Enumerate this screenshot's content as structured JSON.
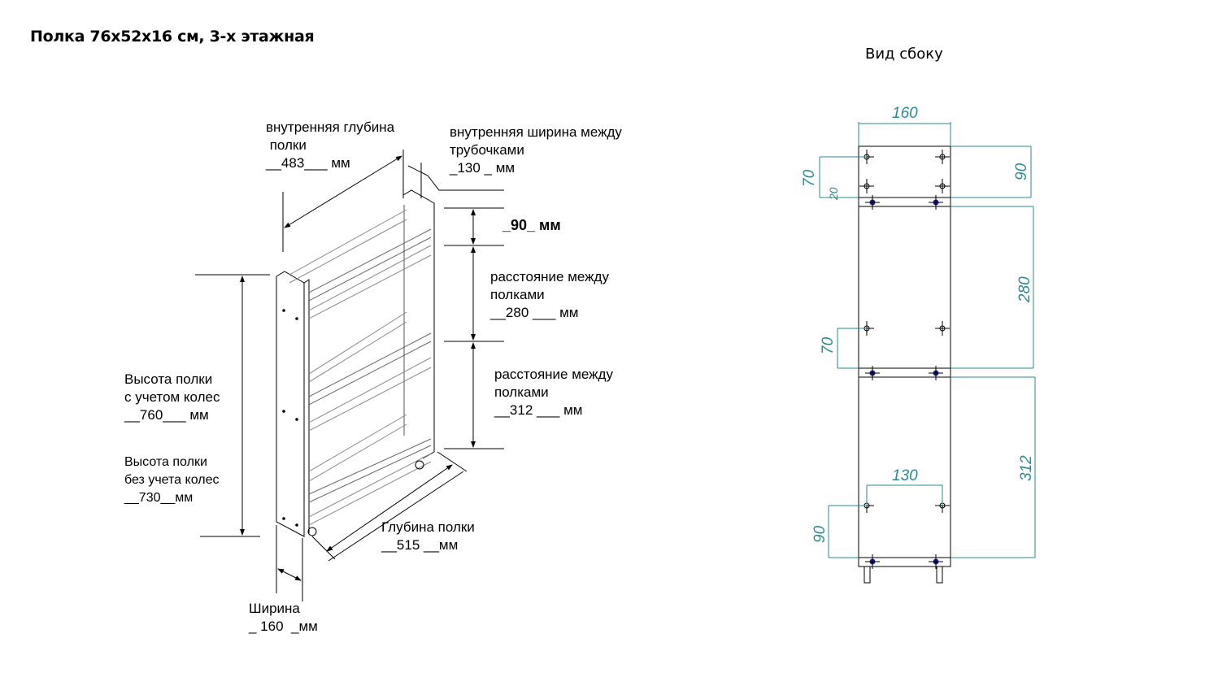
{
  "title": "Полка 76х52х16 см, 3-х этажная",
  "side_view": {
    "title": "Вид сбоку",
    "dimensions": {
      "width": "160",
      "top_gap": "90",
      "left_70_top": "70",
      "left_20": "20",
      "shelf_gap_1": "280",
      "left_70_mid": "70",
      "shelf_gap_2": "312",
      "inner_130": "130",
      "bottom_90": "90"
    },
    "colors": {
      "dimension": "#2a8a94",
      "outline": "#000000",
      "fastener": "#1a1aa0"
    }
  },
  "labels": {
    "inner_depth": {
      "line1": "внутренняя глубина",
      "line2": " полки",
      "value": "__483___ мм"
    },
    "inner_width": {
      "line1": "внутренняя ширина между",
      "line2": "трубочками",
      "value": "_130 _ мм"
    },
    "top_gap": {
      "value": "_90_ мм"
    },
    "shelf_gap_1": {
      "line1": "расстояние между",
      "line2": "полками",
      "value": "__280 ___ мм"
    },
    "shelf_gap_2": {
      "line1": "расстояние между",
      "line2": "полками",
      "value": "__312 ___ мм"
    },
    "height_with_wheels": {
      "line1": "Высота полки",
      "line2": "с учетом колес",
      "value": "__760___ мм"
    },
    "height_without_wheels": {
      "line1": "Высота полки",
      "line2": "без учета колес",
      "value": "__730__мм"
    },
    "depth": {
      "line1": "Глубина полки",
      "value": "__515 __мм"
    },
    "width": {
      "line1": "Ширина",
      "value": "_ 160  _мм"
    }
  }
}
